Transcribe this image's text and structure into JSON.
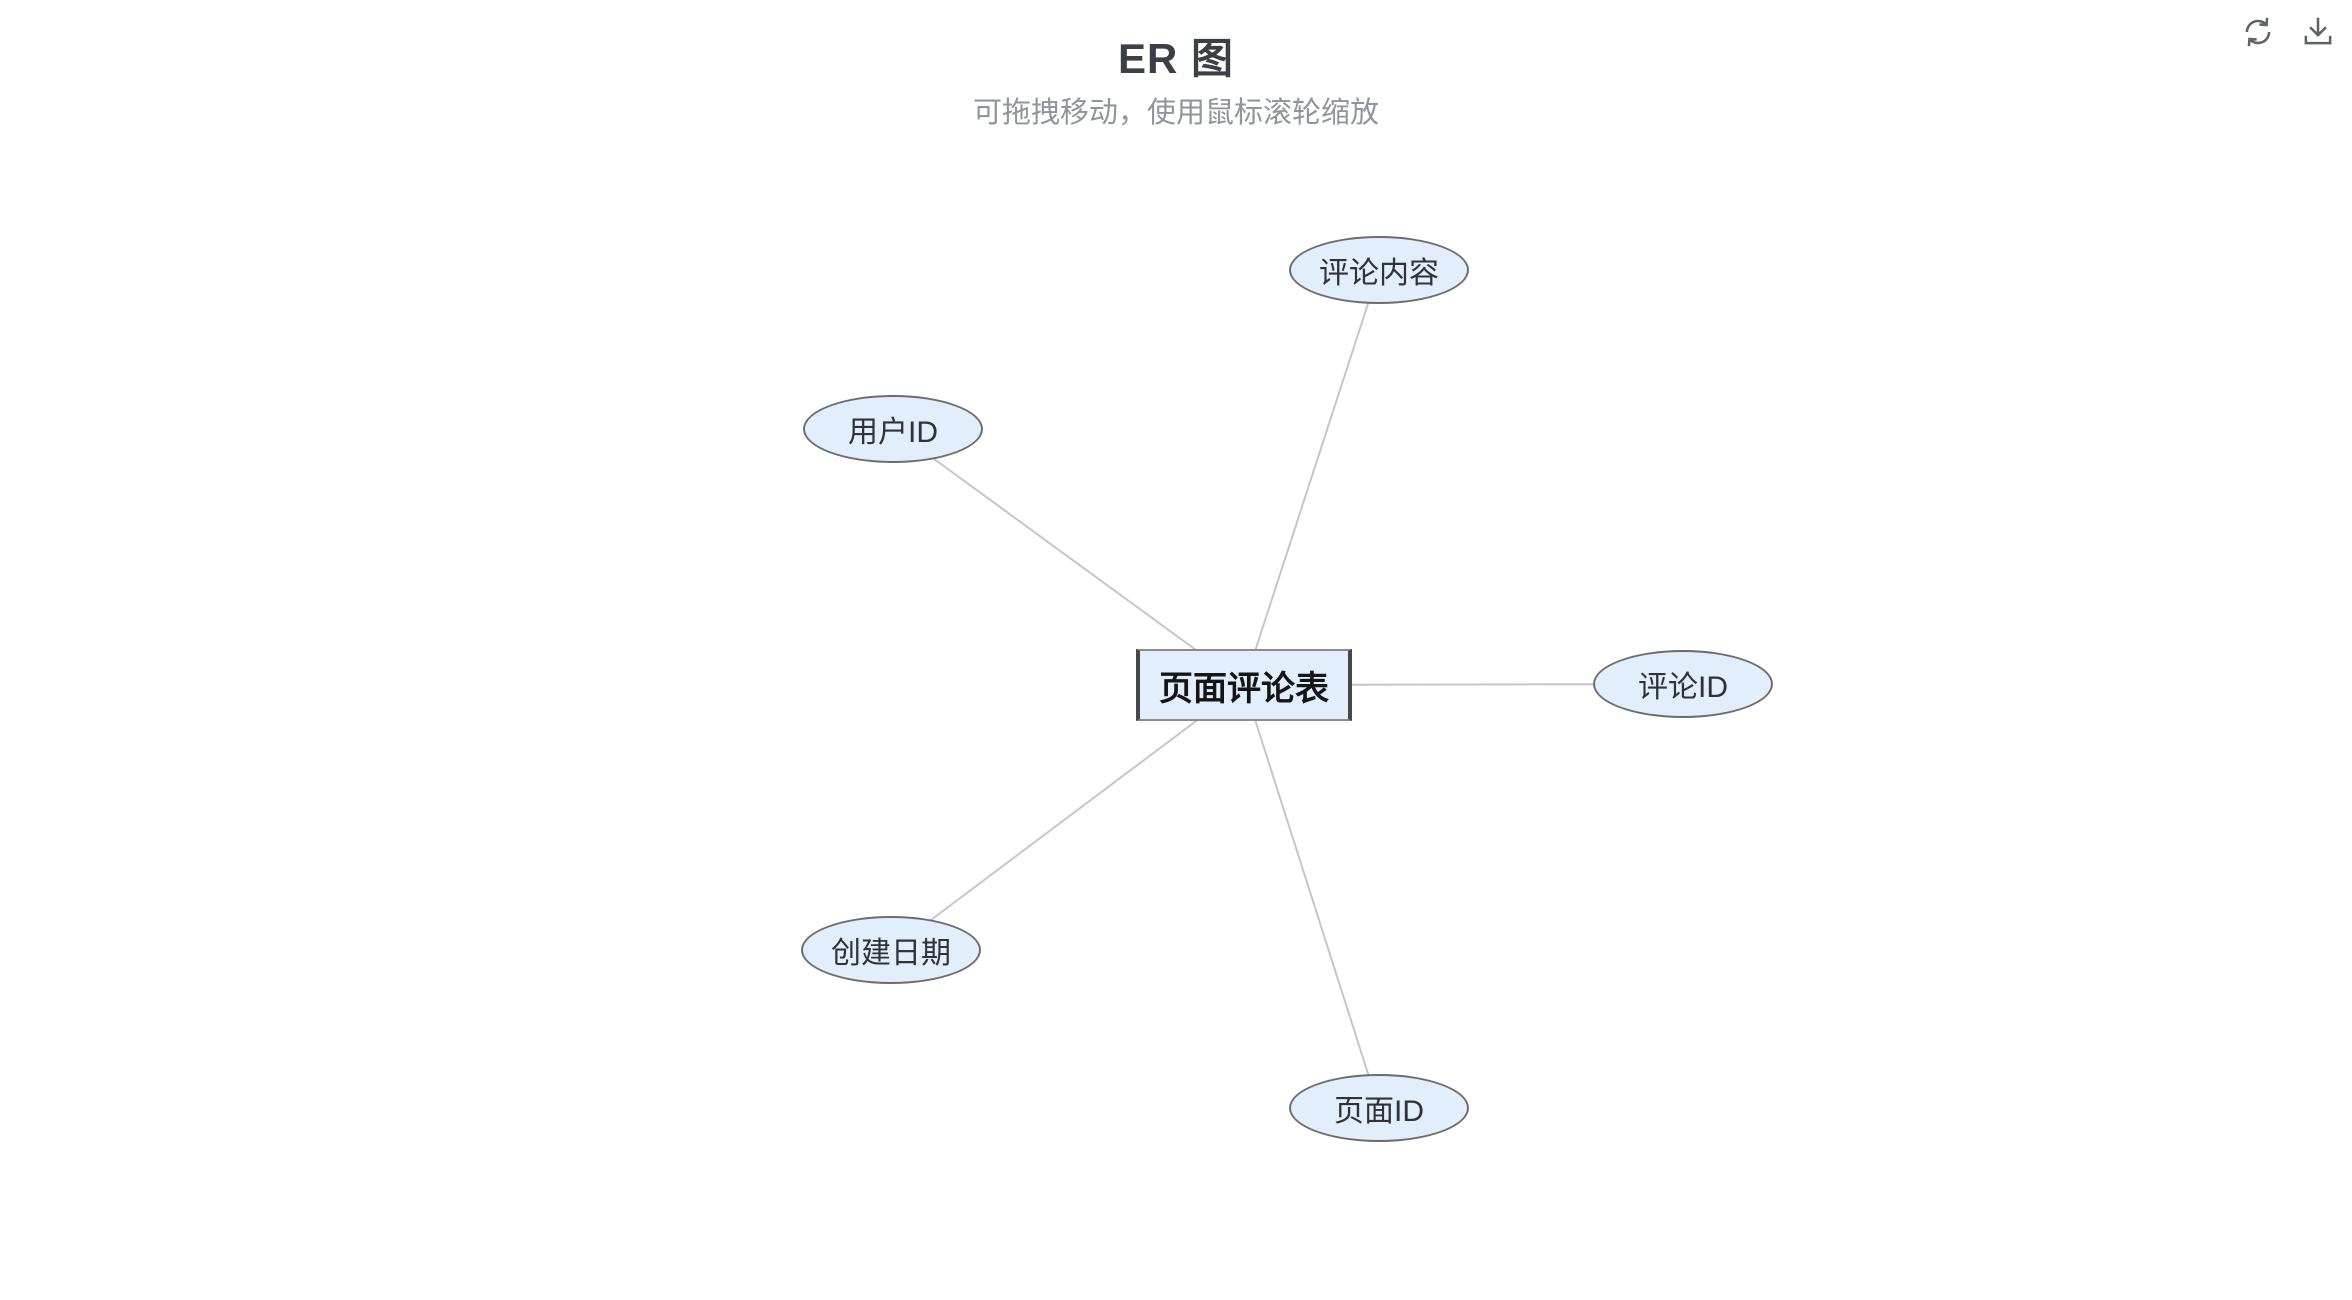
{
  "header": {
    "title": "ER 图",
    "subtitle": "可拖拽移动，使用鼠标滚轮缩放"
  },
  "toolbar": {
    "icons": [
      "refresh-icon",
      "download-icon"
    ]
  },
  "colors": {
    "background": "#ffffff",
    "node_fill": "#e2eefb",
    "ellipse_border": "#6d6d6d",
    "entity_border": "#474747",
    "edge_line": "#c6c6c6",
    "icon": "#5f6368",
    "title_text": "#3b3f46",
    "subtitle_text": "#8f959e",
    "label_text": "#2f3237"
  },
  "diagram": {
    "type": "entity-relationship",
    "entity": {
      "label": "页面评论表",
      "shape": "rectangle"
    },
    "attributes": [
      {
        "label": "评论内容",
        "shape": "ellipse",
        "position": "top"
      },
      {
        "label": "用户ID",
        "shape": "ellipse",
        "position": "upper-left"
      },
      {
        "label": "评论ID",
        "shape": "ellipse",
        "position": "right"
      },
      {
        "label": "创建日期",
        "shape": "ellipse",
        "position": "lower-left"
      },
      {
        "label": "页面ID",
        "shape": "ellipse",
        "position": "bottom"
      }
    ],
    "edges": [
      {
        "from": "页面评论表",
        "to": "评论内容"
      },
      {
        "from": "页面评论表",
        "to": "用户ID"
      },
      {
        "from": "页面评论表",
        "to": "评论ID"
      },
      {
        "from": "页面评论表",
        "to": "创建日期"
      },
      {
        "from": "页面评论表",
        "to": "页面ID"
      }
    ]
  }
}
